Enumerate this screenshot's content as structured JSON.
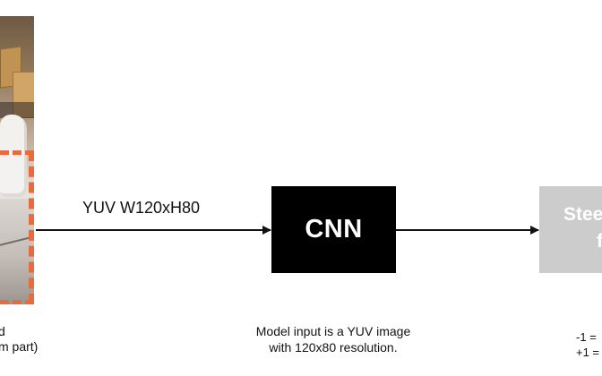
{
  "diagram": {
    "left_caption_lines": [
      "d",
      "m part)"
    ],
    "arrow_label": "YUV W120xH80",
    "cnn_label": "CNN",
    "steer_box_lines": [
      "Stee",
      "f"
    ],
    "model_caption_lines": [
      "Model input is a YUV image",
      "with 120x80 resolution."
    ],
    "right_note_lines": [
      "-1 =",
      "+1 ="
    ],
    "colors": {
      "cnn_box": "#000000",
      "output_box": "#cccccc",
      "crop_dash": "#e86a3f",
      "arrow": "#111111"
    }
  }
}
